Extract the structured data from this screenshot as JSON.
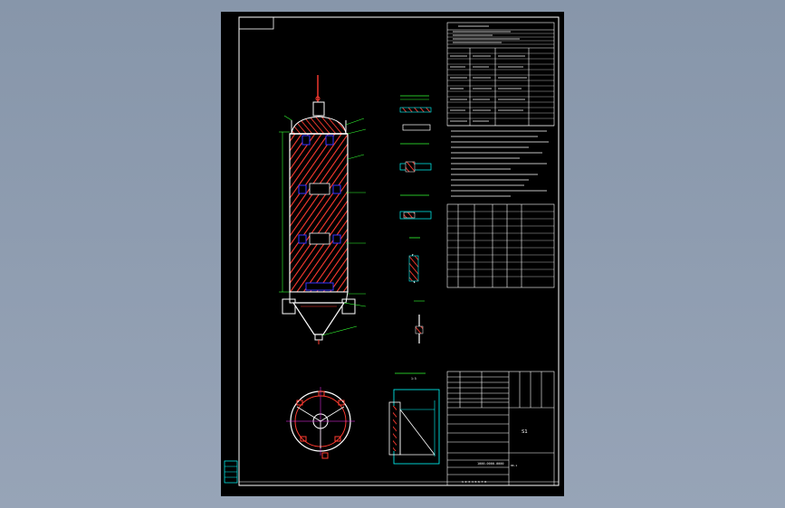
{
  "drawing": {
    "scale_label": "1:5",
    "stamp_code": "0K-1",
    "shell_label": "S1",
    "title_block_text": "1000-0000-0000",
    "footer_text": "1 2 3 4 5 6 7 8"
  },
  "colors": {
    "viewer_background": "#8c9aad",
    "sheet_background": "#000000",
    "hatch_red": "#ff3b30",
    "outline_white": "#ffffff",
    "green_leader": "#33ff33",
    "cyan_detail": "#00e5ff",
    "magenta_center": "#ff33ff"
  }
}
